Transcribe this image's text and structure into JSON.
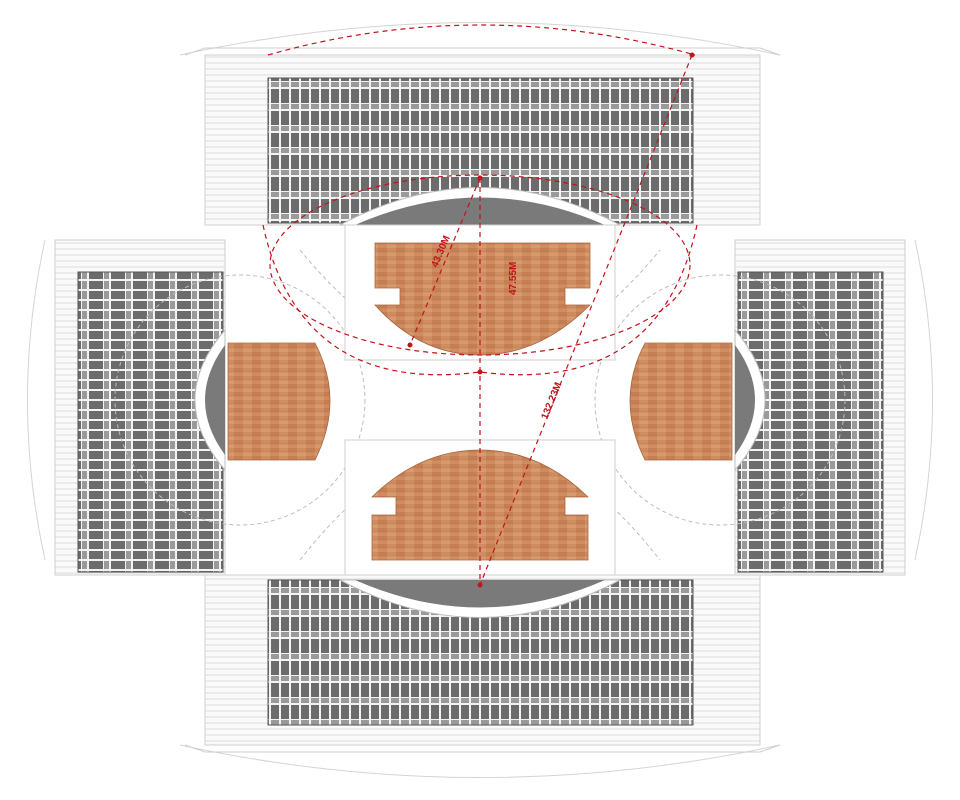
{
  "diagram": {
    "colors": {
      "background": "#ffffff",
      "outline": "#c8c8c8",
      "roof_dark": "#6a6a6a",
      "roof_light": "#f2f2f2",
      "stand_grey": "#7a7a7a",
      "court_wood": "#c9865a",
      "court_wood_dark": "#b4714a",
      "dimension": "#c0141a"
    },
    "dimensions": [
      {
        "id": "dim-43",
        "label": "43.30M"
      },
      {
        "id": "dim-47",
        "label": "47.55M"
      },
      {
        "id": "dim-132",
        "label": "132.23M"
      }
    ]
  }
}
